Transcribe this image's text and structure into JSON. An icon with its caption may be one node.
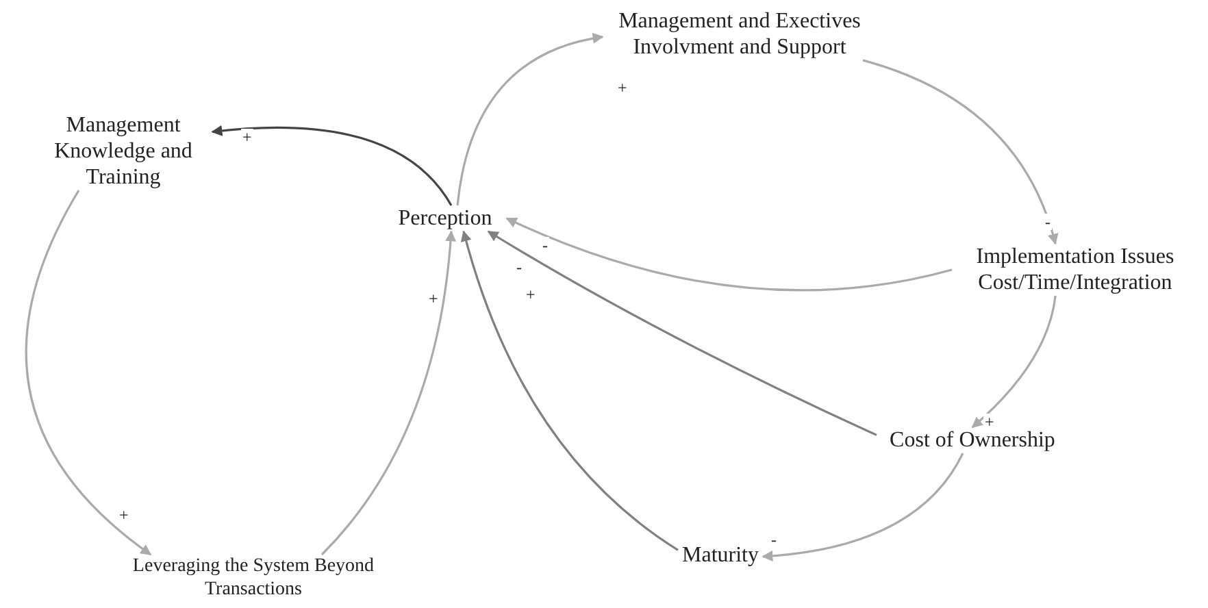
{
  "diagram": {
    "nodes": [
      {
        "text": [
          "Management Knowledge and Training"
        ]
      },
      {
        "text": [
          "Management and Exectives Involvment and Support"
        ]
      },
      {
        "text": [
          "Perception"
        ]
      },
      {
        "text": [
          "Implementation Issues Cost/Time/Integration"
        ]
      },
      {
        "text": [
          "Cost of Ownership"
        ]
      },
      {
        "text": [
          "Leveraging the System Beyond Transactions"
        ]
      },
      {
        "text": [
          "Maturity"
        ]
      }
    ],
    "edges": [
      {
        "from": 2,
        "to": 0,
        "arrow": "to",
        "label": "+",
        "color": "#444444"
      },
      {
        "from": 2,
        "to": 1,
        "arrow": "to",
        "label": "+"
      },
      {
        "from": 1,
        "to": 3,
        "arrow": "to",
        "label": "-"
      },
      {
        "from": 3,
        "to": 2,
        "arrow": "to",
        "label": "-"
      },
      {
        "from": 3,
        "to": 4,
        "arrow": "to",
        "label": "+"
      },
      {
        "from": 4,
        "to": 2,
        "arrow": "to",
        "label": "-",
        "color": "#808080"
      },
      {
        "from": 4,
        "to": 6,
        "arrow": "to",
        "label": "-"
      },
      {
        "from": 6,
        "to": 2,
        "arrow": "to",
        "label": "+",
        "color": "#808080"
      },
      {
        "from": 0,
        "to": 5,
        "arrow": "to",
        "label": "+"
      },
      {
        "from": 5,
        "to": 2,
        "arrow": "to",
        "label": "+"
      }
    ]
  }
}
